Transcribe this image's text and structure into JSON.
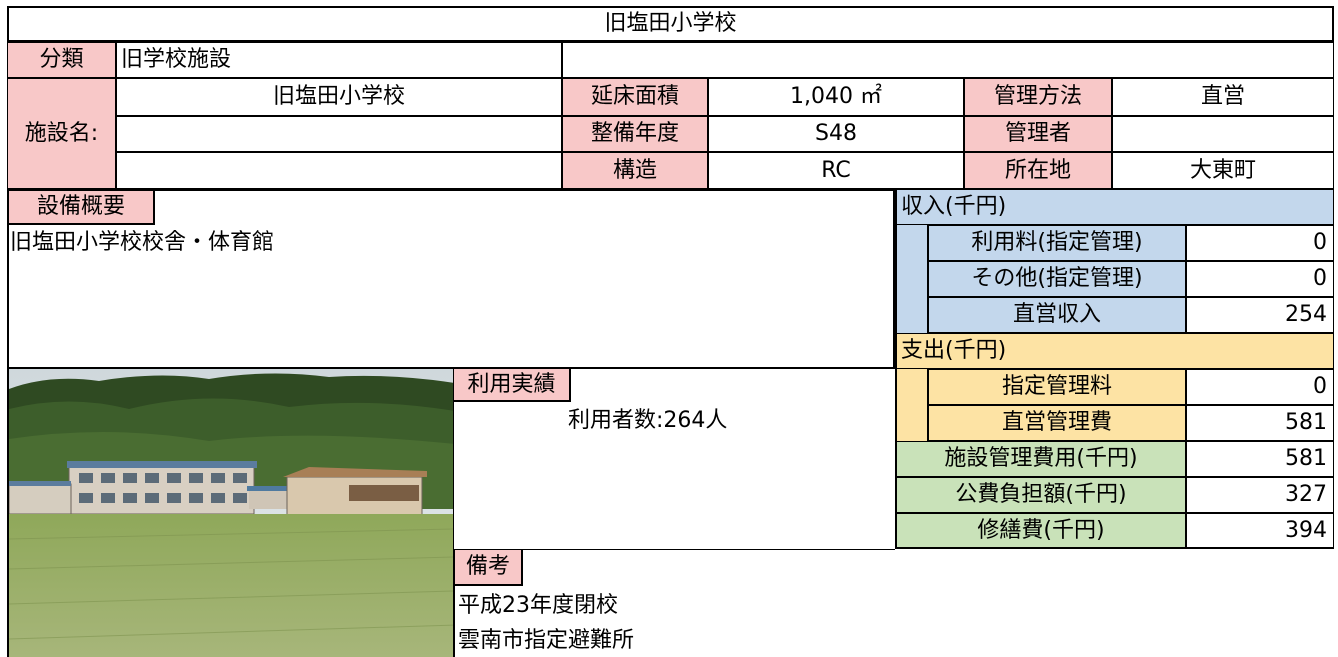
{
  "title": "旧塩田小学校",
  "classification": {
    "label": "分類",
    "value": "旧学校施設"
  },
  "facility": {
    "label": "施設名:",
    "names": [
      "旧塩田小学校",
      "",
      ""
    ]
  },
  "attributes": [
    {
      "label": "延床面積",
      "value": "1,040 ㎡"
    },
    {
      "label": "整備年度",
      "value": "S48"
    },
    {
      "label": "構造",
      "value": "RC"
    }
  ],
  "management": [
    {
      "label": "管理方法",
      "value": "直営"
    },
    {
      "label": "管理者",
      "value": ""
    },
    {
      "label": "所在地",
      "value": "大東町"
    }
  ],
  "equipment": {
    "label": "設備概要",
    "text": "旧塩田小学校校舎・体育館"
  },
  "income": {
    "header": "収入(千円)",
    "rows": [
      {
        "label": "利用料(指定管理)",
        "value": "0"
      },
      {
        "label": "その他(指定管理)",
        "value": "0"
      },
      {
        "label": "直営収入",
        "value": "254"
      }
    ]
  },
  "expense": {
    "header": "支出(千円)",
    "rows": [
      {
        "label": "指定管理料",
        "value": "0"
      },
      {
        "label": "直営管理費",
        "value": "581"
      }
    ]
  },
  "totals": [
    {
      "label": "施設管理費用(千円)",
      "value": "581"
    },
    {
      "label": "公費負担額(千円)",
      "value": "327"
    },
    {
      "label": "修繕費(千円)",
      "value": "394"
    }
  ],
  "usage": {
    "label": "利用実績",
    "text": "利用者数:264人"
  },
  "remarks": {
    "label": "備考",
    "lines": [
      "平成23年度閉校",
      "雲南市指定避難所"
    ]
  },
  "photo": {
    "subject": "school-building-photo"
  },
  "colors": {
    "pink": "#f8c8c8",
    "blue": "#c3d7ec",
    "yellow": "#fde3a4",
    "green": "#c9e2b9"
  }
}
